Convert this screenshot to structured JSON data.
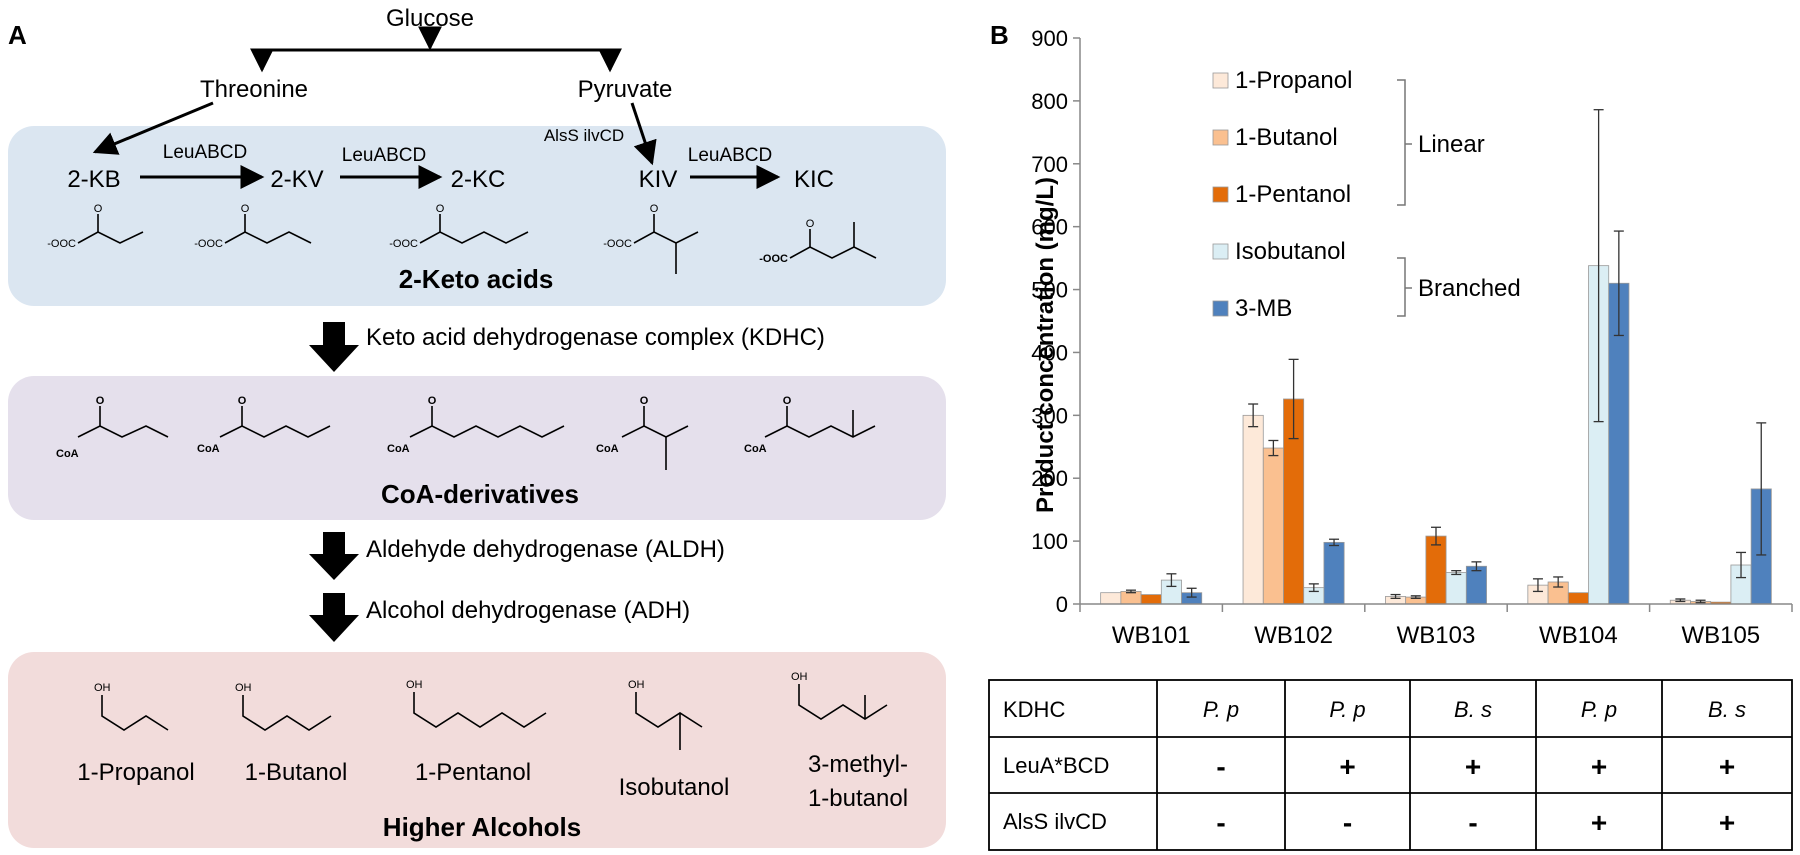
{
  "panel_a": {
    "label": "A",
    "glucose": "Glucose",
    "threonine": "Threonine",
    "pyruvate": "Pyruvate",
    "leu1": "LeuABCD",
    "leu2": "LeuABCD",
    "leu3": "LeuABCD",
    "alss": "AlsS ilvCD",
    "kb": "2-KB",
    "kv": "2-KV",
    "kc": "2-KC",
    "kiv": "KIV",
    "kic": "KIC",
    "box1_title": "2-Keto acids",
    "step1": "Keto acid dehydrogenase complex (KDHC)",
    "box2_title": "CoA-derivatives",
    "step2": "Aldehyde dehydrogenase (ALDH)",
    "step3": "Alcohol dehydrogenase (ADH)",
    "box3_title": "Higher Alcohols",
    "alc1": "1-Propanol",
    "alc2": "1-Butanol",
    "alc3": "1-Pentanol",
    "alc4": "Isobutanol",
    "alc5a": "3-methyl-",
    "alc5b": "1-butanol",
    "atom_O": "O",
    "atom_OH": "OH",
    "atom_OOC": "-OOC",
    "atom_CoA": "CoA",
    "colors": {
      "box1": "#dbe6f1",
      "box2": "#e5e0ec",
      "box3": "#f2dcdb"
    }
  },
  "panel_b": {
    "label": "B",
    "legend": [
      "1-Propanol",
      "1-Butanol",
      "1-Pentanol",
      "Isobutanol",
      "3-MB"
    ],
    "group_linear": "Linear",
    "group_branched": "Branched",
    "table": {
      "rows": [
        {
          "label": "KDHC",
          "cells": [
            "P. p",
            "P. p",
            "B. s",
            "P. p",
            "B. s"
          ],
          "italic": true
        },
        {
          "label": "LeuA*BCD",
          "cells": [
            "-",
            "+",
            "+",
            "+",
            "+"
          ],
          "italic": false
        },
        {
          "label": "AlsS ilvCD",
          "cells": [
            "-",
            "-",
            "-",
            "+",
            "+"
          ],
          "italic": false
        }
      ]
    }
  },
  "chart_data": {
    "type": "bar",
    "ylabel": "Product concentration (mg/L)",
    "xlabel": "",
    "ylim": [
      0,
      900
    ],
    "yticks": [
      0,
      100,
      200,
      300,
      400,
      500,
      600,
      700,
      800,
      900
    ],
    "grid": false,
    "legend_position": "top-left",
    "categories": [
      "WB101",
      "WB102",
      "WB103",
      "WB104",
      "WB105"
    ],
    "series": [
      {
        "name": "1-Propanol",
        "color": "#fde9d9",
        "values": [
          18,
          300,
          12,
          30,
          6
        ],
        "errors": [
          0,
          18,
          3,
          10,
          2
        ]
      },
      {
        "name": "1-Butanol",
        "color": "#fac090",
        "values": [
          20,
          248,
          11,
          35,
          4
        ],
        "errors": [
          2,
          12,
          2,
          8,
          2
        ]
      },
      {
        "name": "1-Pentanol",
        "color": "#e36c09",
        "values": [
          15,
          326,
          108,
          18,
          3
        ],
        "errors": [
          0,
          63,
          14,
          0,
          0
        ]
      },
      {
        "name": "Isobutanol",
        "color": "#dbeef4",
        "values": [
          38,
          26,
          50,
          538,
          62
        ],
        "errors": [
          10,
          6,
          3,
          248,
          20
        ]
      },
      {
        "name": "3-MB",
        "color": "#4f81bd",
        "values": [
          18,
          98,
          60,
          510,
          183
        ],
        "errors": [
          7,
          5,
          7,
          83,
          105
        ]
      }
    ]
  }
}
